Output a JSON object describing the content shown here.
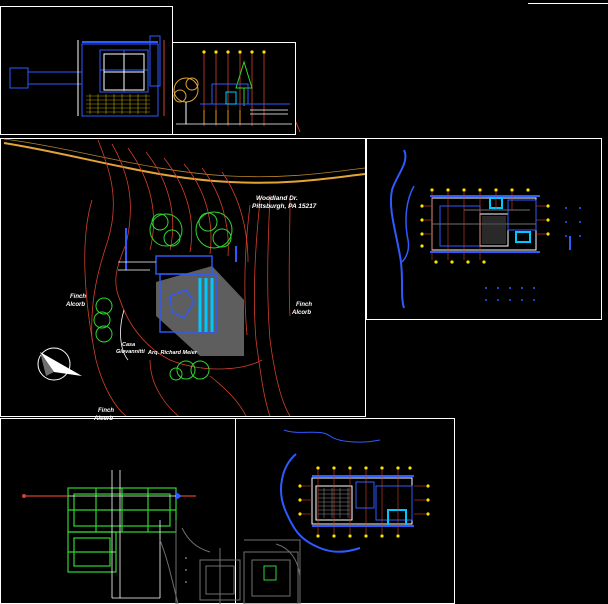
{
  "drawing": {
    "background": "#000000",
    "sheet_border_color": "#ffffff",
    "colors": {
      "blue": "#2e5bff",
      "cyan": "#00c8ff",
      "red_contour": "#d2412a",
      "orange_road": "#e3a437",
      "green_tree": "#2fd62f",
      "gray": "#6f6f6f",
      "white": "#ffffff",
      "yellow_dot": "#ffe000"
    },
    "site_labels": {
      "street_top": "Woodland Dr.",
      "address": "Pittsburgh, PA 15217",
      "east_line1": "Finch",
      "east_line2": "Alcorb",
      "west_line1": "Finch",
      "west_line2": "Alcorb",
      "south_line1": "Finch",
      "south_line2": "Alcorb",
      "house_line1": "Casa",
      "house_line2": "Giovannitti",
      "architect": "Arq. Richard Meier"
    },
    "icons": {
      "north": "north-arrow-icon"
    }
  }
}
